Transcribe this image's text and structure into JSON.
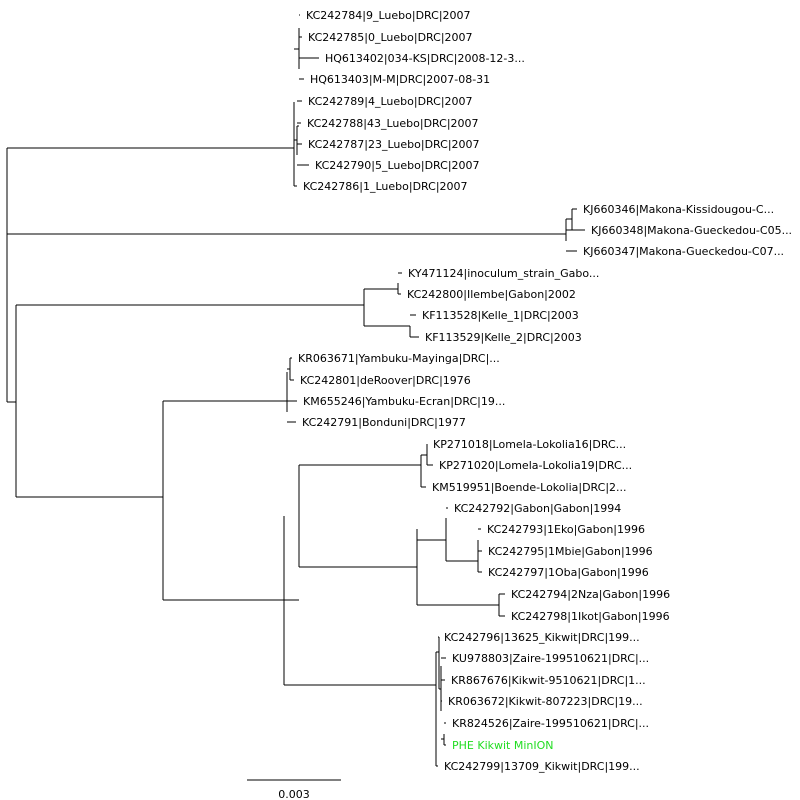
{
  "tree": {
    "scale_bar_label": "0.003",
    "highlight_color": "#22dd22",
    "label_color": "#000000",
    "leaves": [
      {
        "id": "L1",
        "label": "KC242784|9_Luebo|DRC|2007"
      },
      {
        "id": "L2",
        "label": "KC242785|0_Luebo|DRC|2007"
      },
      {
        "id": "L3",
        "label": "HQ613402|034-KS|DRC|2008-12-3..."
      },
      {
        "id": "L4",
        "label": "HQ613403|M-M|DRC|2007-08-31"
      },
      {
        "id": "L5",
        "label": "KC242789|4_Luebo|DRC|2007"
      },
      {
        "id": "L6",
        "label": "KC242788|43_Luebo|DRC|2007"
      },
      {
        "id": "L7",
        "label": "KC242787|23_Luebo|DRC|2007"
      },
      {
        "id": "L8",
        "label": "KC242790|5_Luebo|DRC|2007"
      },
      {
        "id": "L9",
        "label": "KC242786|1_Luebo|DRC|2007"
      },
      {
        "id": "L10",
        "label": "KJ660346|Makona-Kissidougou-C..."
      },
      {
        "id": "L11",
        "label": "KJ660348|Makona-Gueckedou-C05..."
      },
      {
        "id": "L12",
        "label": "KJ660347|Makona-Gueckedou-C07..."
      },
      {
        "id": "L13",
        "label": "KY471124|inoculum_strain_Gabo..."
      },
      {
        "id": "L14",
        "label": "KC242800|Ilembe|Gabon|2002"
      },
      {
        "id": "L15",
        "label": "KF113528|Kelle_1|DRC|2003"
      },
      {
        "id": "L16",
        "label": "KF113529|Kelle_2|DRC|2003"
      },
      {
        "id": "L17",
        "label": "KR063671|Yambuku-Mayinga|DRC|..."
      },
      {
        "id": "L18",
        "label": "KC242801|deRoover|DRC|1976"
      },
      {
        "id": "L19",
        "label": "KM655246|Yambuku-Ecran|DRC|19..."
      },
      {
        "id": "L20",
        "label": "KC242791|Bonduni|DRC|1977"
      },
      {
        "id": "L21",
        "label": "KP271018|Lomela-Lokolia16|DRC..."
      },
      {
        "id": "L22",
        "label": "KP271020|Lomela-Lokolia19|DRC..."
      },
      {
        "id": "L23",
        "label": "KM519951|Boende-Lokolia|DRC|2..."
      },
      {
        "id": "L24",
        "label": "KC242792|Gabon|Gabon|1994"
      },
      {
        "id": "L25",
        "label": "KC242793|1Eko|Gabon|1996"
      },
      {
        "id": "L26",
        "label": "KC242795|1Mbie|Gabon|1996"
      },
      {
        "id": "L27",
        "label": "KC242797|1Oba|Gabon|1996"
      },
      {
        "id": "L28",
        "label": "KC242794|2Nza|Gabon|1996"
      },
      {
        "id": "L29",
        "label": "KC242798|1Ikot|Gabon|1996"
      },
      {
        "id": "L30",
        "label": "KC242796|13625_Kikwit|DRC|199..."
      },
      {
        "id": "L31",
        "label": "KU978803|Zaire-199510621|DRC|..."
      },
      {
        "id": "L32",
        "label": "KR867676|Kikwit-9510621|DRC|1..."
      },
      {
        "id": "L33",
        "label": "KR063672|Kikwit-807223|DRC|19..."
      },
      {
        "id": "L34",
        "label": "KR824526|Zaire-199510621|DRC|..."
      },
      {
        "id": "L35",
        "label": "PHE Kikwit MinION",
        "highlight": true
      },
      {
        "id": "L36",
        "label": "KC242799|13709_Kikwit|DRC|199..."
      }
    ]
  }
}
